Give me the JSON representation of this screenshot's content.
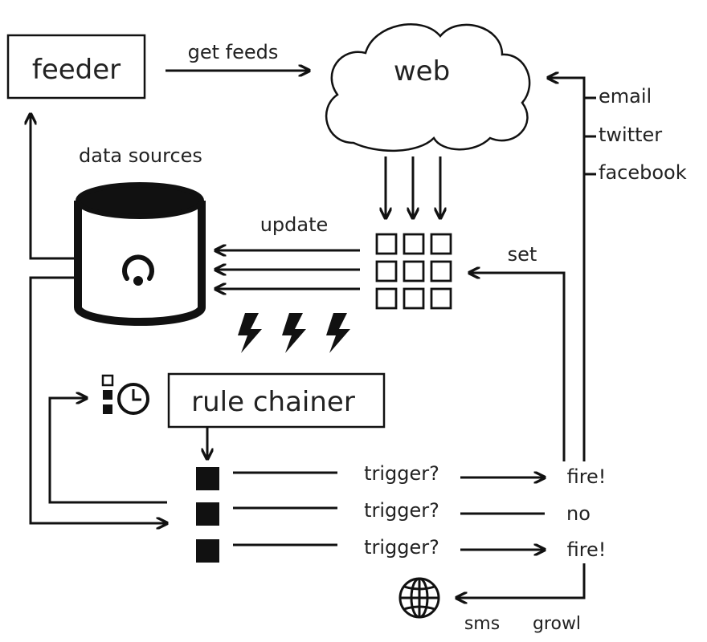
{
  "nodes": {
    "feeder": "feeder",
    "web": "web",
    "data_sources": "data sources",
    "rule_chainer": "rule chainer"
  },
  "edges": {
    "get_feeds": "get feeds",
    "update": "update",
    "set": "set"
  },
  "channels": {
    "email": "email",
    "twitter": "twitter",
    "facebook": "facebook"
  },
  "rules": [
    {
      "condition": "trigger?",
      "result": "fire!"
    },
    {
      "condition": "trigger?",
      "result": "no"
    },
    {
      "condition": "trigger?",
      "result": "fire!"
    }
  ],
  "notifications": {
    "sms": "sms",
    "growl": "growl"
  },
  "icons": {
    "database": "database-icon",
    "data_grid": "grid-icon",
    "lightning": "lightning-bolt-icon",
    "schedule": "clock-icon",
    "globe": "globe-icon"
  },
  "colors": {
    "ink": "#111111",
    "text": "#222222"
  }
}
